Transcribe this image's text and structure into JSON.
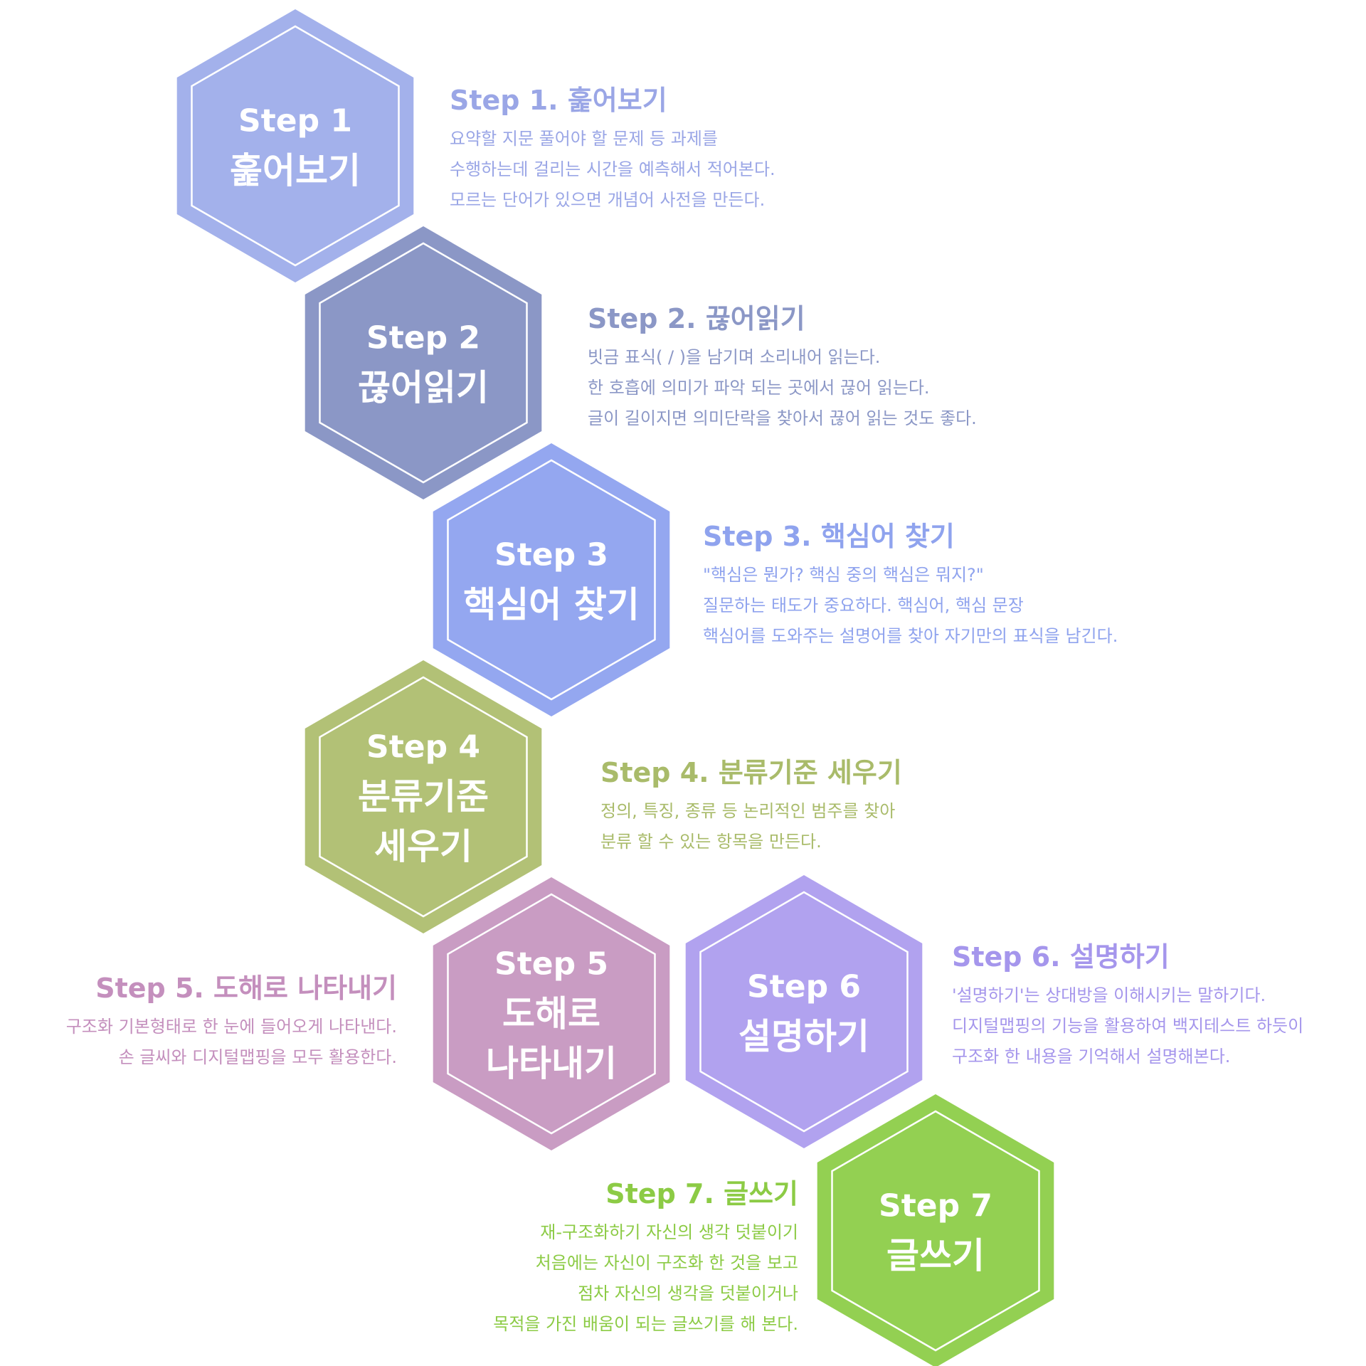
{
  "steps": [
    {
      "hex_label": [
        "Step 1",
        "훑어보기"
      ],
      "heading": "Step 1. 훑어보기",
      "lines": [
        "요약할 지문 풀어야 할 문제 등 과제를",
        "수행하는데 걸리는 시간을 예측해서 적어본다.",
        "모르는 단어가 있으면 개념어 사전을 만든다."
      ],
      "color": "#a3b1eb",
      "text_color": "#9aa6e6"
    },
    {
      "hex_label": [
        "Step 2",
        "끊어읽기"
      ],
      "heading": "Step 2. 끊어읽기",
      "lines": [
        "빗금 표식( / )을 남기며 소리내어 읽는다.",
        "한 호흡에 의미가 파악 되는 곳에서 끊어 읽는다.",
        "글이 길이지면 의미단락을 찾아서 끊어 읽는 것도 좋다."
      ],
      "color": "#8b97c6",
      "text_color": "#8b97c6"
    },
    {
      "hex_label": [
        "Step 3",
        "핵심어 찾기"
      ],
      "heading": "Step 3. 핵심어 찾기",
      "lines": [
        "\"핵심은 뭔가? 핵심 중의 핵심은 뭐지?\"",
        "질문하는 태도가 중요하다. 핵심어, 핵심 문장",
        "핵심어를 도와주는 설명어를 찾아 자기만의 표식을 남긴다."
      ],
      "color": "#94a7f0",
      "text_color": "#8fa3ee"
    },
    {
      "hex_label": [
        "Step 4",
        "분류기준",
        "세우기"
      ],
      "heading": "Step 4. 분류기준 세우기",
      "lines": [
        "정의, 특징, 종류 등 논리적인 범주를 찾아",
        "분류 할 수 있는 항목을 만든다."
      ],
      "color": "#b2c176",
      "text_color": "#a9bb6a"
    },
    {
      "hex_label": [
        "Step 5",
        "도해로",
        "나타내기"
      ],
      "heading": "Step 5. 도해로 나타내기",
      "lines": [
        "구조화 기본형태로 한 눈에 들어오게 나타낸다.",
        "손 글씨와 디지털맵핑을 모두 활용한다."
      ],
      "color": "#c99cc3",
      "text_color": "#c48fbd"
    },
    {
      "hex_label": [
        "Step 6",
        "설명하기"
      ],
      "heading": "Step 6. 설명하기",
      "lines": [
        "'설명하기'는 상대방을 이해시키는 말하기다.",
        "디지털맵핑의 기능을 활용하여 백지테스트 하듯이",
        "구조화 한 내용을 기억해서 설명해본다."
      ],
      "color": "#b1a2ef",
      "text_color": "#a596ec"
    },
    {
      "hex_label": [
        "Step 7",
        "글쓰기"
      ],
      "heading": "Step 7. 글쓰기",
      "lines": [
        "재-구조화하기 자신의 생각 덧붙이기",
        "처음에는 자신이 구조화 한 것을 보고",
        "점차 자신의 생각을 덧붙이거나",
        "목적을 가진 배움이 되는 글쓰기를 해 본다."
      ],
      "color": "#93d052",
      "text_color": "#8ccb45"
    }
  ]
}
